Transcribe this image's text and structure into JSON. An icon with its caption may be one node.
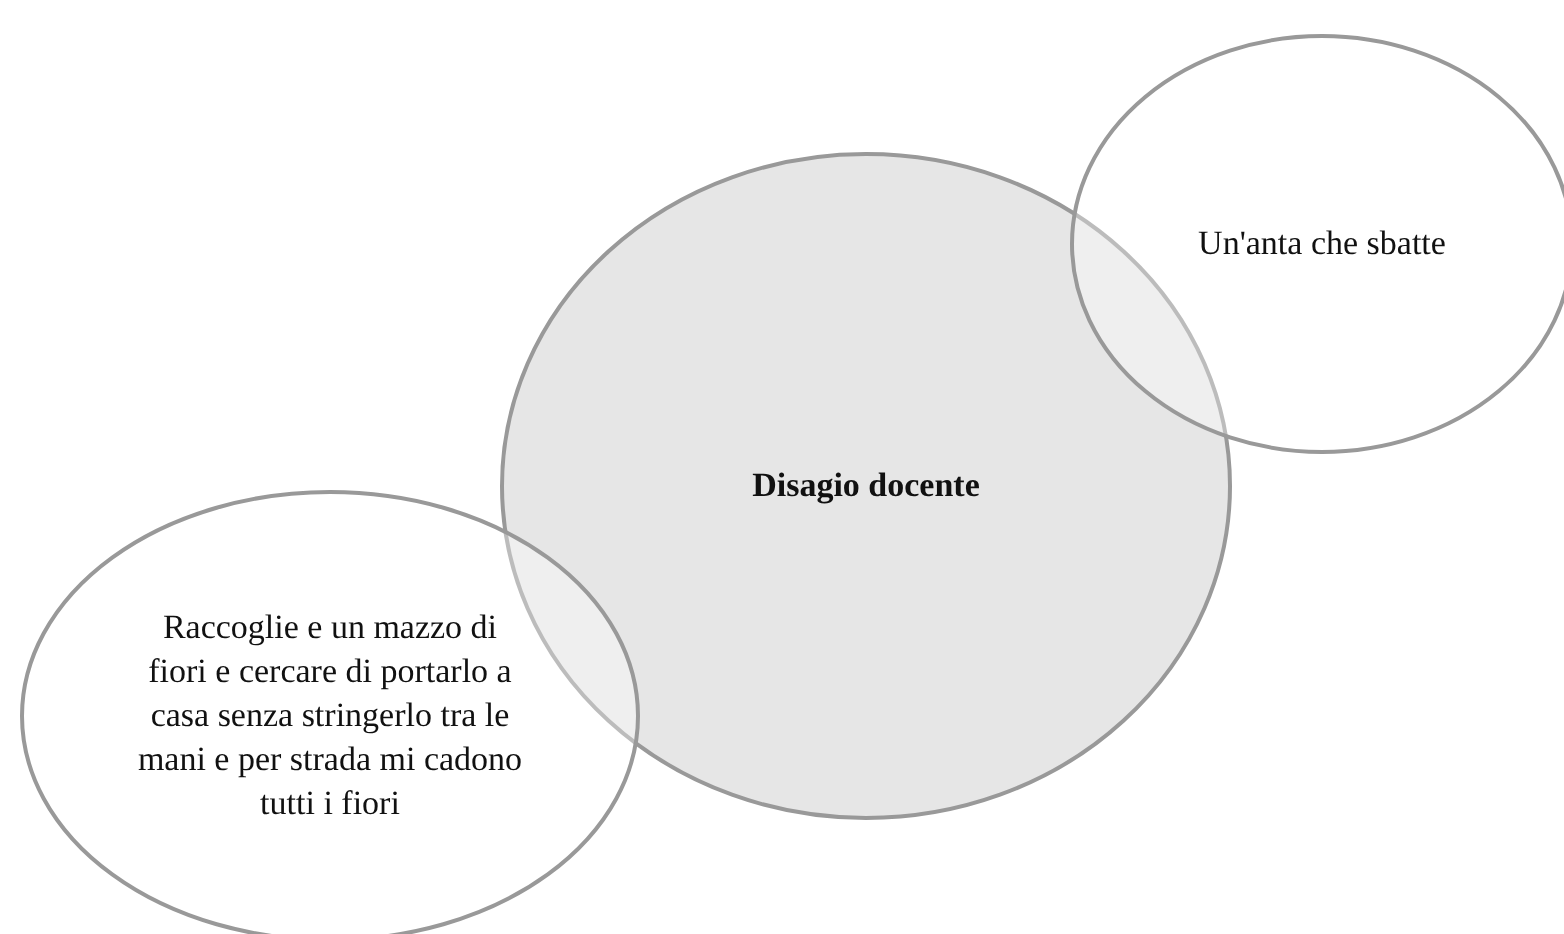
{
  "diagram": {
    "nodes": [
      {
        "text": [
          "Un'anta che sbatte"
        ]
      },
      {
        "text": [
          "Disagio docente"
        ]
      },
      {
        "text": [
          "Raccoglie e un mazzo di fiori e cercare di portarlo a casa senza stringerlo tra le mani e per strada mi cadono tutti i fiori"
        ]
      }
    ]
  }
}
